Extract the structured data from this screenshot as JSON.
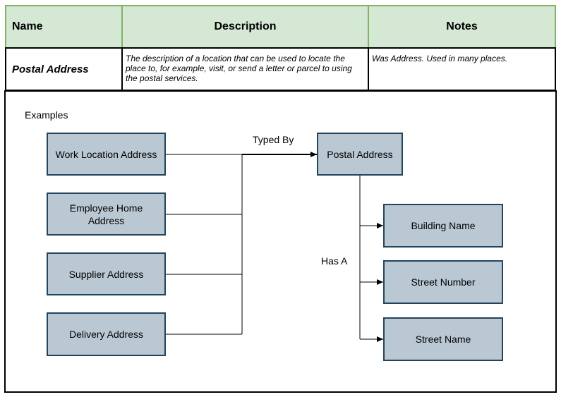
{
  "table": {
    "headers": [
      "Name",
      "Description",
      "Notes"
    ],
    "name": "Postal Address",
    "description": "The description of a location that can be used to locate the place to, for example, visit, or send a letter or parcel to using the postal services.",
    "notes": "Was Address.  Used in many places."
  },
  "diagram": {
    "examples_label": "Examples",
    "sources": [
      "Work Location Address",
      "Employee Home Address",
      "Supplier Address",
      "Delivery Address"
    ],
    "target": "Postal Address",
    "typed_by_label": "Typed By",
    "has_a_label": "Has A",
    "parts": [
      "Building Name",
      "Street Number",
      "Street Name"
    ]
  },
  "colors": {
    "header_fill": "#d5e8d4",
    "header_border": "#82b366",
    "node_fill": "#bac8d3",
    "node_border": "#23445d"
  }
}
